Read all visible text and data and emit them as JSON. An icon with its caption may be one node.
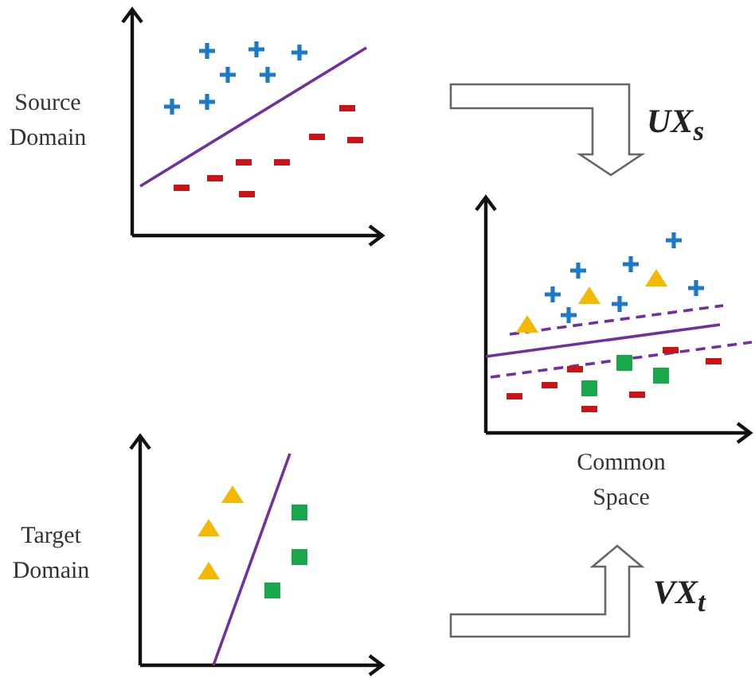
{
  "diagram": {
    "nodes": [
      {
        "text": [
          "Source Domain"
        ]
      },
      {
        "text": [
          "Common Space"
        ]
      },
      {
        "text": [
          "Target Domain"
        ]
      }
    ],
    "edges": [
      {
        "from": 0,
        "to": 1,
        "arrow": "to",
        "label": "UX$_{s}$"
      },
      {
        "from": 2,
        "to": 1,
        "arrow": "to",
        "label": "VX$_{t}$"
      }
    ]
  }
}
